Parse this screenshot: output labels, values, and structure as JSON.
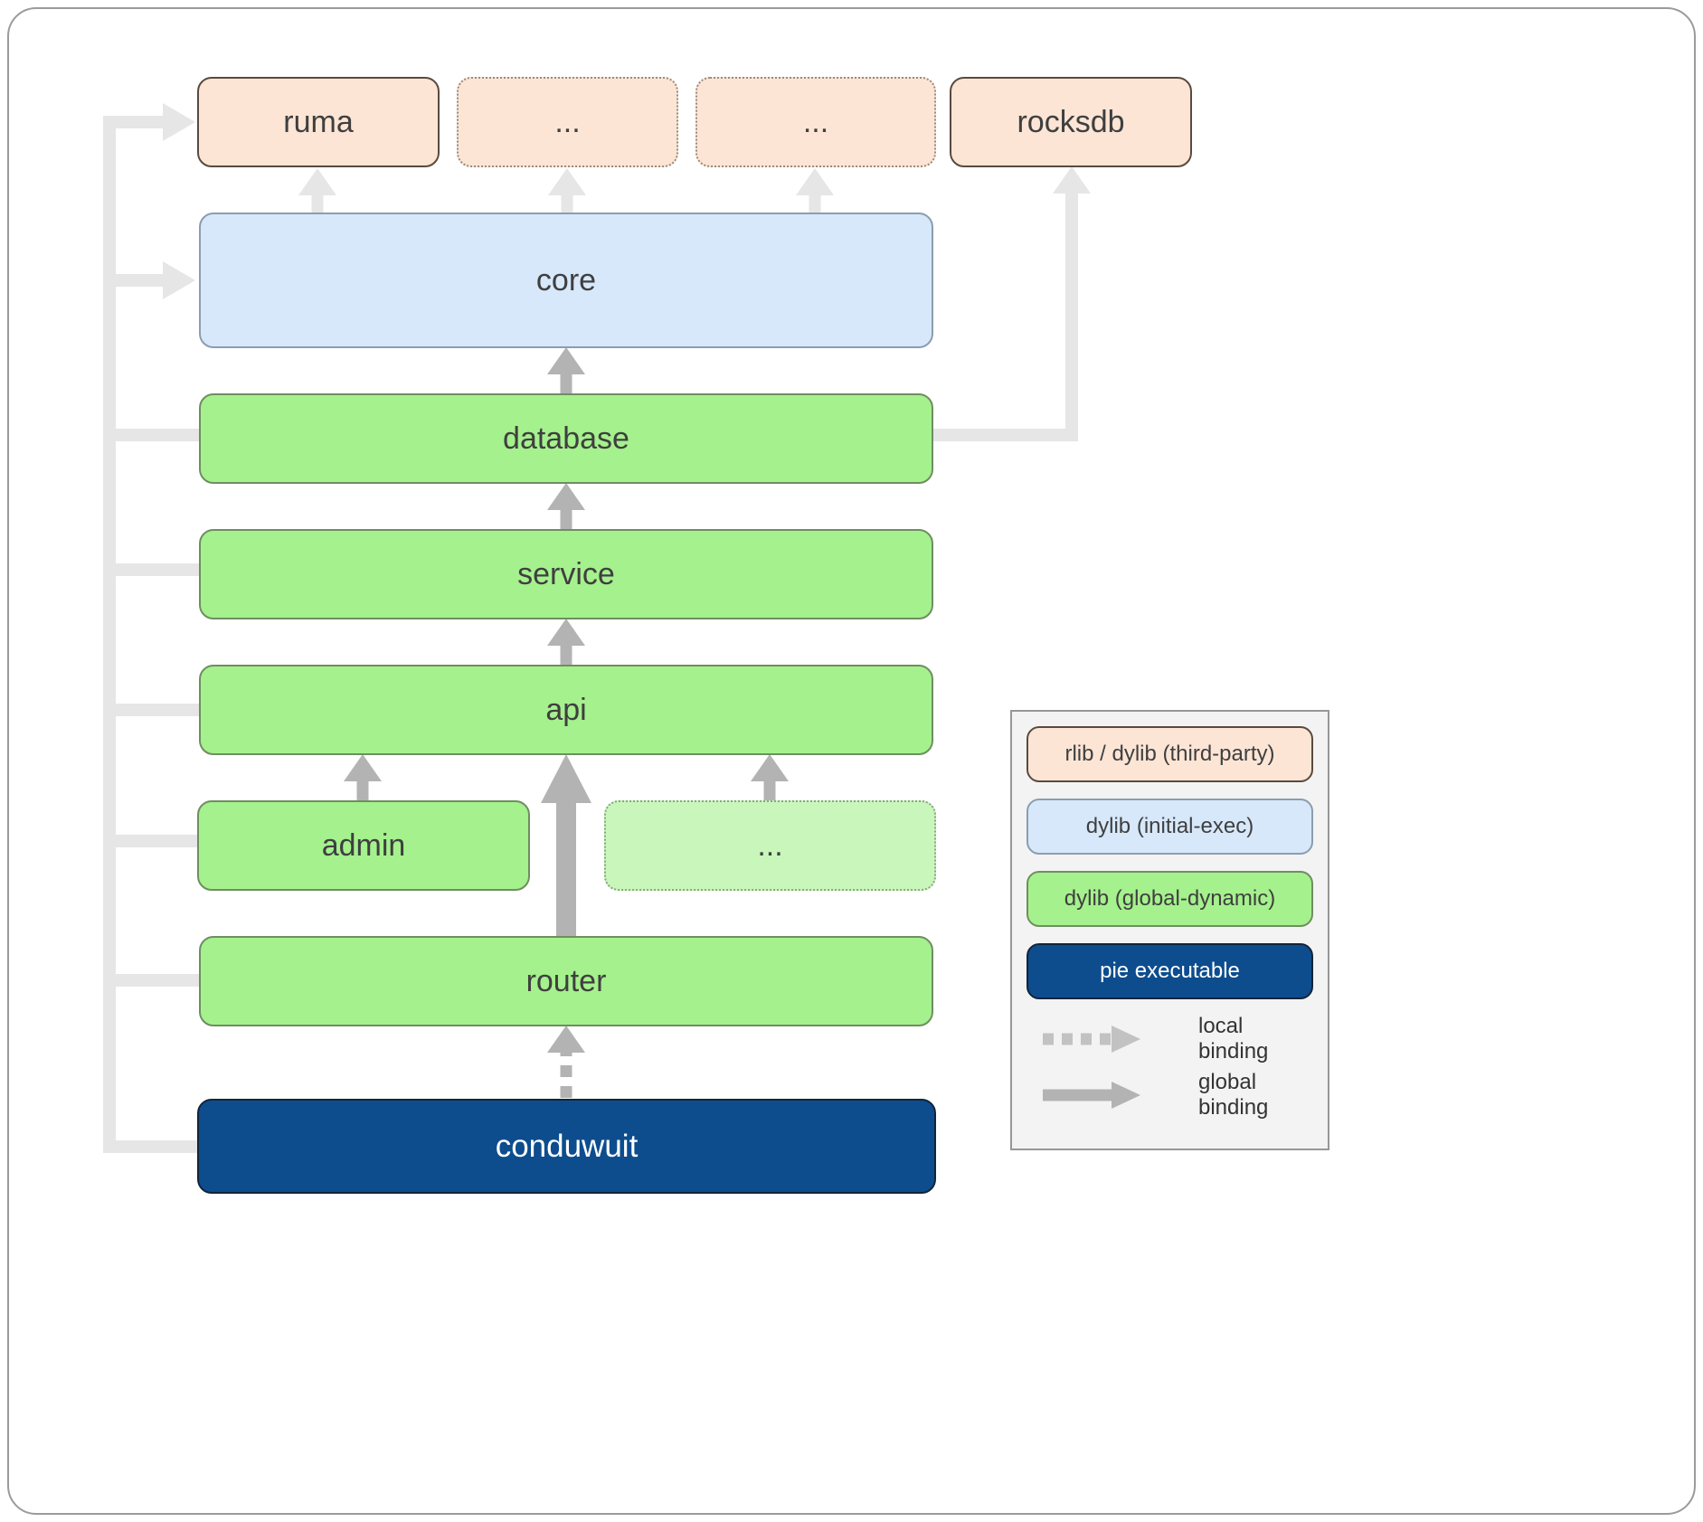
{
  "nodes": {
    "ruma": "ruma",
    "dots_top_1": "...",
    "dots_top_2": "...",
    "rocksdb": "rocksdb",
    "core": "core",
    "database": "database",
    "service": "service",
    "api": "api",
    "admin": "admin",
    "dots_mid": "...",
    "router": "router",
    "conduwuit": "conduwuit"
  },
  "legend": {
    "third_party": "rlib / dylib (third-party)",
    "initial_exec": "dylib (initial-exec)",
    "global_dynamic": "dylib (global-dynamic)",
    "pie": "pie executable",
    "local_binding": "local binding",
    "global_binding": "global binding"
  },
  "colors": {
    "third_party_fill": "#fce5d5",
    "initial_exec_fill": "#d7e8fb",
    "global_dynamic_fill": "#a5f18d",
    "global_dynamic_light_fill": "#c9f6bb",
    "pie_executable_fill": "#0d4d8e",
    "binding_light_gray": "#e6e6e6",
    "binding_medium_gray": "#b3b3b3",
    "label_text": "#3f3f3f"
  }
}
